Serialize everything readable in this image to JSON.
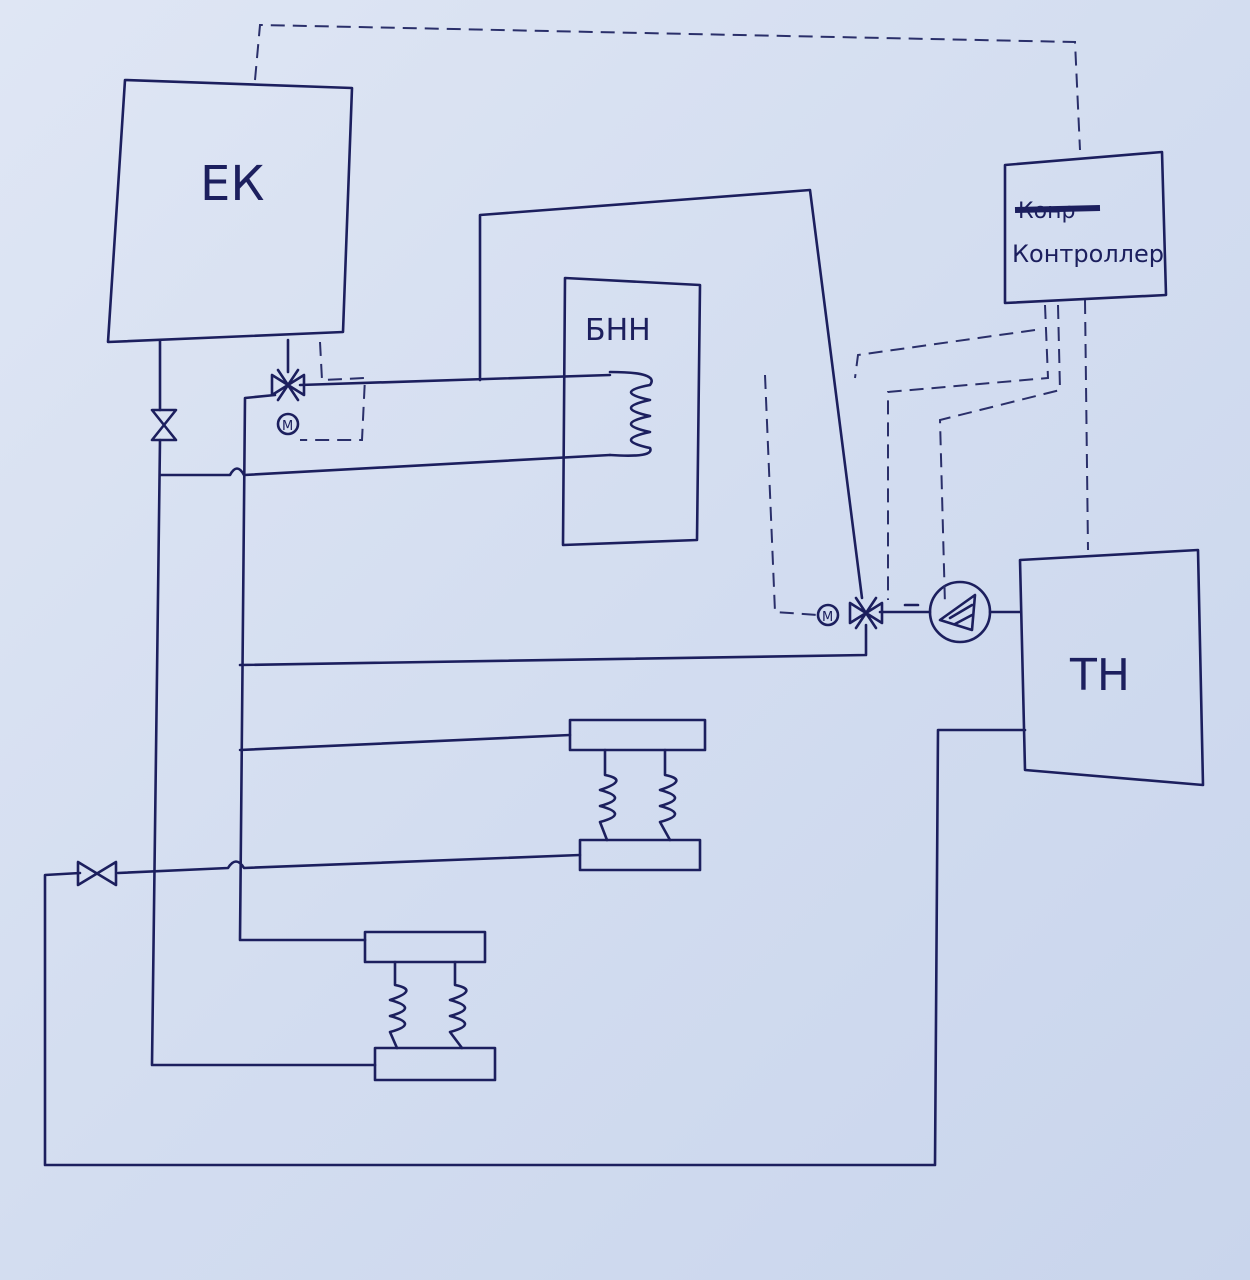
{
  "labels": {
    "boiler": "ЕК",
    "tank": "БНН",
    "controller_struck": "Конр",
    "controller": "Контроллер",
    "heat_pump": "ТН",
    "motor_1": "M",
    "motor_2": "M"
  },
  "colors": {
    "ink": "#1c1f5e",
    "paper": "#d3ddf0"
  }
}
